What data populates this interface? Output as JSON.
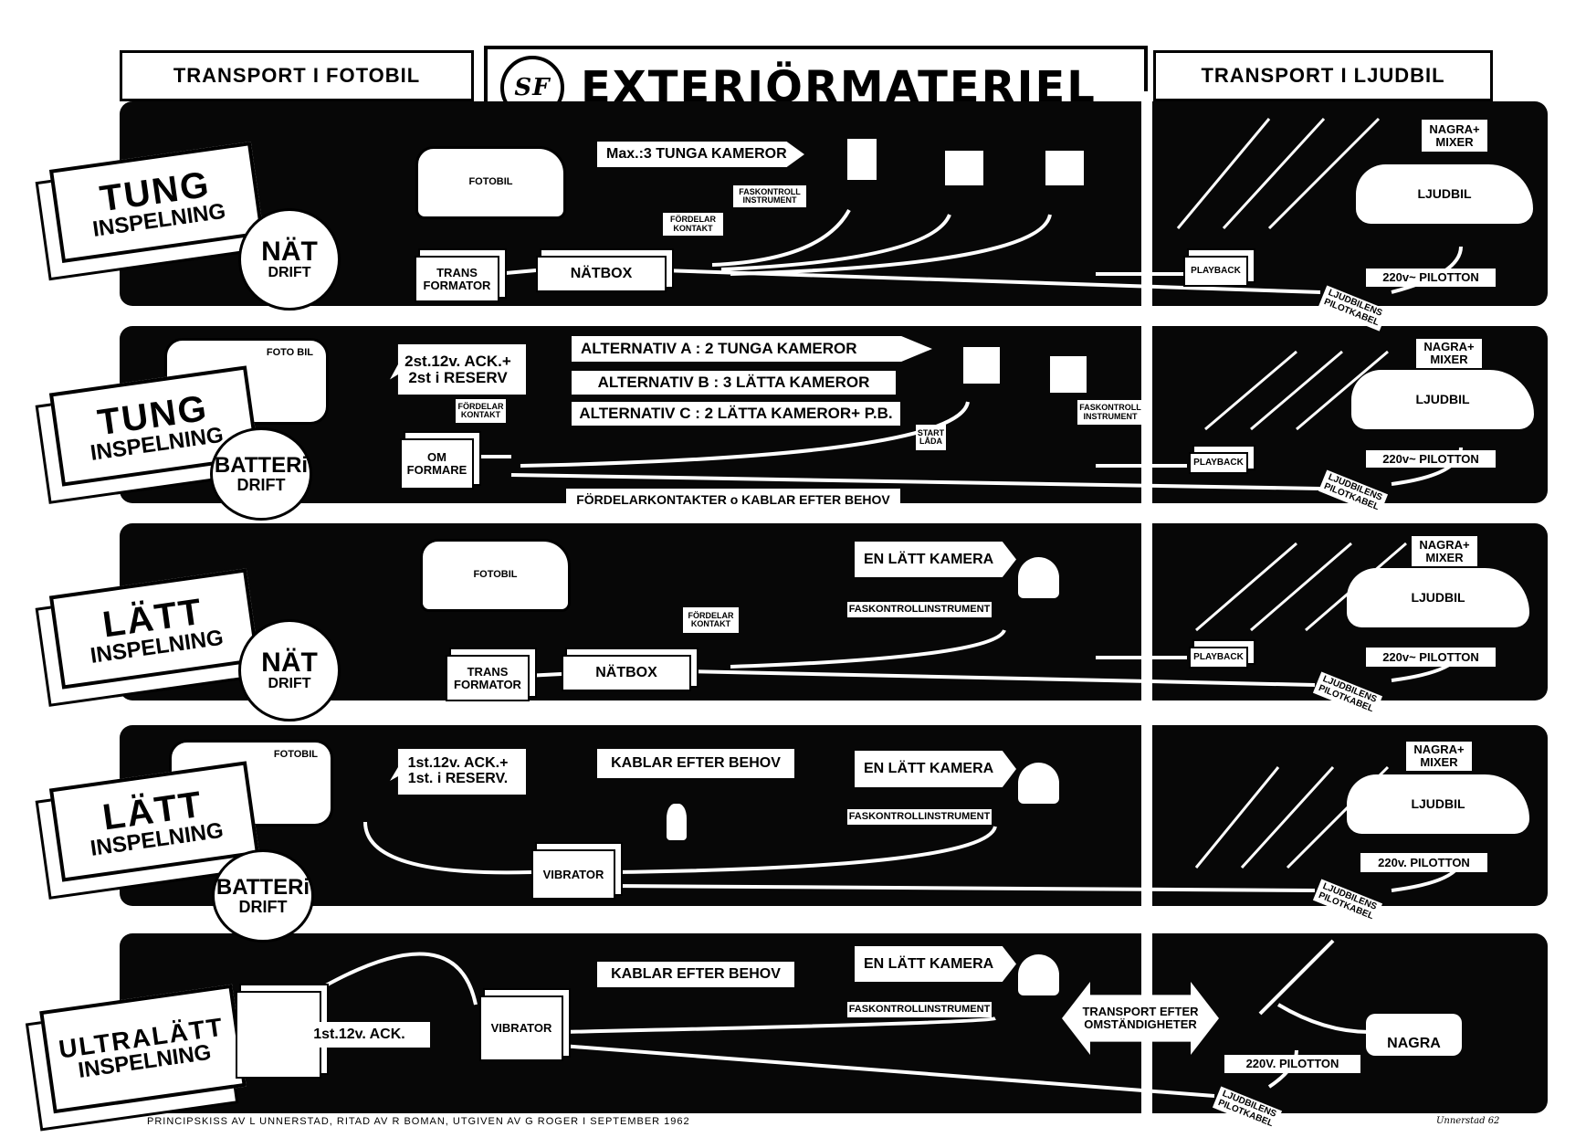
{
  "header": {
    "title": "EXTERIÖRMATERIEL",
    "logo_text": "SF",
    "left_banner": "TRANSPORT I FOTOBIL",
    "right_banner": "TRANSPORT I LJUDBIL"
  },
  "rows": [
    {
      "sign_big": "TUNG",
      "sign_small": "INSPELNING",
      "power_big": "NÄT",
      "power_small": "DRIFT",
      "vehicle": "FOTOBIL",
      "arrow": "Max.:3 TUNGA KAMEROR",
      "faskontroll": "FASKONTROLL\nINSTRUMENT",
      "fordelar": "FÖRDELAR\nKONTAKT",
      "transformator": "TRANS\nFORMATOR",
      "natbox": "NÄTBOX",
      "playback": "PLAYBACK",
      "nagra": "NAGRA+\nMIXER",
      "car": "LJUDBIL",
      "pilotton": "220v~ PILOTTON",
      "pilotkabel": "LJUDBILENS\nPILOTKABEL"
    },
    {
      "sign_big": "TUNG",
      "sign_small": "INSPELNING",
      "power_big": "BATTERi",
      "power_small": "DRIFT",
      "vehicle": "FOTO BIL",
      "battery": "2st.12v. ACK.+\n2st i RESERV",
      "alternatives": [
        "ALTERNATIV A : 2 TUNGA KAMEROR",
        "ALTERNATIV B : 3 LÄTTA KAMEROR",
        "ALTERNATIV C : 2 LÄTTA KAMEROR+ P.B."
      ],
      "fordelar": "FÖRDELAR\nKONTAKT",
      "omformare": "OM\nFORMARE",
      "start": "START\nLÅDA",
      "faskontroll": "FASKONTROLL\nINSTRUMENT",
      "cables": "FÖRDELARKONTAKTER o KABLAR EFTER BEHOV",
      "playback": "PLAYBACK",
      "nagra": "NAGRA+\nMIXER",
      "car": "LJUDBIL",
      "pilotton": "220v~ PILOTTON",
      "pilotkabel": "LJUDBILENS\nPILOTKABEL"
    },
    {
      "sign_big": "LÄTT",
      "sign_small": "INSPELNING",
      "power_big": "NÄT",
      "power_small": "DRIFT",
      "vehicle": "FOTOBIL",
      "arrow": "EN LÄTT KAMERA",
      "faskontroll": "FASKONTROLLINSTRUMENT",
      "fordelar": "FÖRDELAR\nKONTAKT",
      "transformator": "TRANS\nFORMATOR",
      "natbox": "NÄTBOX",
      "playback": "PLAYBACK",
      "nagra": "NAGRA+\nMIXER",
      "car": "LJUDBIL",
      "pilotton": "220v~ PILOTTON",
      "pilotkabel": "LJUDBILENS\nPILOTKABEL"
    },
    {
      "sign_big": "LÄTT",
      "sign_small": "INSPELNING",
      "power_big": "BATTERi",
      "power_small": "DRIFT",
      "vehicle": "FOTOBIL",
      "battery": "1st.12v. ACK.+\n1st. i RESERV.",
      "cables": "KABLAR EFTER BEHOV",
      "arrow": "EN LÄTT KAMERA",
      "faskontroll": "FASKONTROLLINSTRUMENT",
      "vibrator": "VIBRATOR",
      "nagra": "NAGRA+\nMIXER",
      "car": "LJUDBIL",
      "pilotton": "220v. PILOTTON",
      "pilotkabel": "LJUDBILENS\nPILOTKABEL"
    },
    {
      "sign_big": "ULTRALÄTT",
      "sign_small": "INSPELNING",
      "battery": "1st.12v. ACK.",
      "vibrator": "VIBRATOR",
      "cables": "KABLAR EFTER BEHOV",
      "arrow": "EN LÄTT KAMERA",
      "faskontroll": "FASKONTROLLINSTRUMENT",
      "transport": "TRANSPORT EFTER\nOMSTÄNDIGHETER",
      "nagra": "NAGRA",
      "pilotton": "220V. PILOTTON",
      "pilotkabel": "LJUDBILENS\nPILOTKABEL"
    }
  ],
  "footer": {
    "credit": "PRINCIPSKISS AV L UNNERSTAD, RITAD AV R BOMAN, UTGIVEN AV G ROGER I SEPTEMBER 1962",
    "signature": "Unnerstad 62"
  }
}
